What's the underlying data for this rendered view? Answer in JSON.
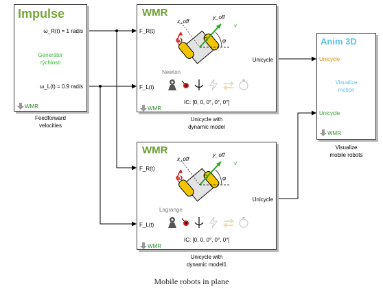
{
  "impulse": {
    "title": "Impulse",
    "omega_r": "ω_R(t) = 1  rad/s",
    "generator_line1": "Generátor",
    "generator_line2": "rýchlosti",
    "omega_l": "ω_L(t) = 0.9  rad/s",
    "wmr_port": "WMR",
    "caption_line1": "Feedforward",
    "caption_line2": "velocities"
  },
  "wmr_top": {
    "title": "WMR",
    "input_r": "F_R(t)",
    "input_l": "F_L(t)",
    "output": "Unicycle",
    "method": "Newton",
    "ic": "IC: [0, 0, 0°, 0°, 0°]",
    "wmr_port": "WMR",
    "caption_line1": "Unicycle with",
    "caption_line2": "dynamic model"
  },
  "wmr_bottom": {
    "title": "WMR",
    "input_r": "F_R(t)",
    "input_l": "F_L(t)",
    "output": "Unicycle",
    "method": "Lagrange",
    "ic": "IC: [0, 0, 0°, 0°, 0°]",
    "wmr_port": "WMR",
    "caption_line1": "Unicycle with",
    "caption_line2": "dynamic model1"
  },
  "anim": {
    "title": "Anim 3D",
    "input_top": "Unicycle",
    "center_line1": "Visualize",
    "center_line2": "motion",
    "input_bottom": "Unicycle",
    "wmr_port": "WMR",
    "caption_line1": "Visualize",
    "caption_line2": "mobile robots"
  },
  "robot_labels": {
    "x_off": "x_off",
    "y_off": "y_off",
    "v": "v",
    "omega": "ω",
    "phi": "φ"
  },
  "footer": "Mobile robots in plane",
  "colors": {
    "impulse_title": "#76a73c",
    "generator_text": "#3bb53b",
    "wmr_title": "#6a9d2f",
    "anim_title": "#5cc3ec",
    "anim_input_top": "#e3861a",
    "anim_input_bottom": "#2fa02f",
    "anim_center": "#5cc3ec",
    "wheel_yellow": "#f2c500",
    "v_arrow": "#21a621",
    "omega_red": "#d21d1d"
  }
}
